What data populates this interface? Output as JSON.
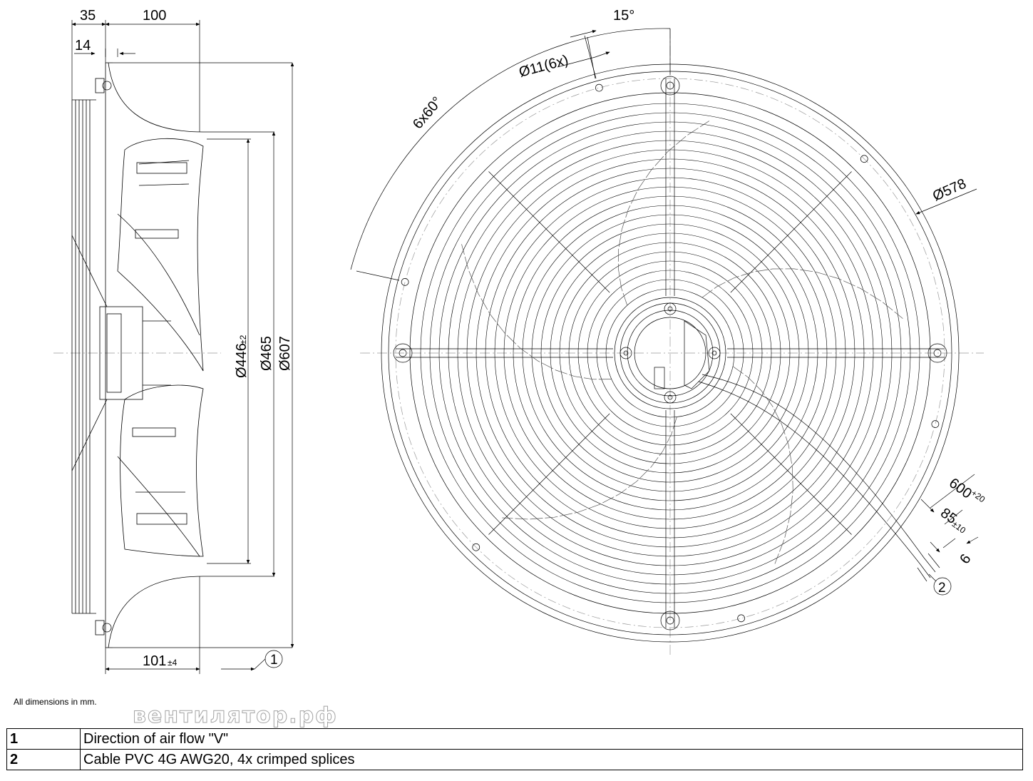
{
  "side_view": {
    "dim_35": "35",
    "dim_100": "100",
    "dim_14": "14",
    "dim_101": "101",
    "dim_101_tol": "±4",
    "dia_446": "Ø446",
    "dia_446_tol": "±2",
    "dia_465": "Ø465",
    "dia_607": "Ø607",
    "marker_1": "1"
  },
  "front_view": {
    "angle_15": "15°",
    "holes": "Ø11(6x)",
    "pattern": "6x60°",
    "dia_578": "Ø578",
    "cable_600": "600",
    "cable_600_tol": "+20",
    "cable_85": "85",
    "cable_85_tol": "±10",
    "cable_6": "6",
    "marker_2": "2"
  },
  "note": "All dimensions in mm.",
  "watermark": "вентилятор.рф",
  "legend": [
    {
      "num": "1",
      "text": "Direction of air flow \"V\""
    },
    {
      "num": "2",
      "text": "Cable PVC 4G AWG20, 4x crimped splices"
    }
  ]
}
